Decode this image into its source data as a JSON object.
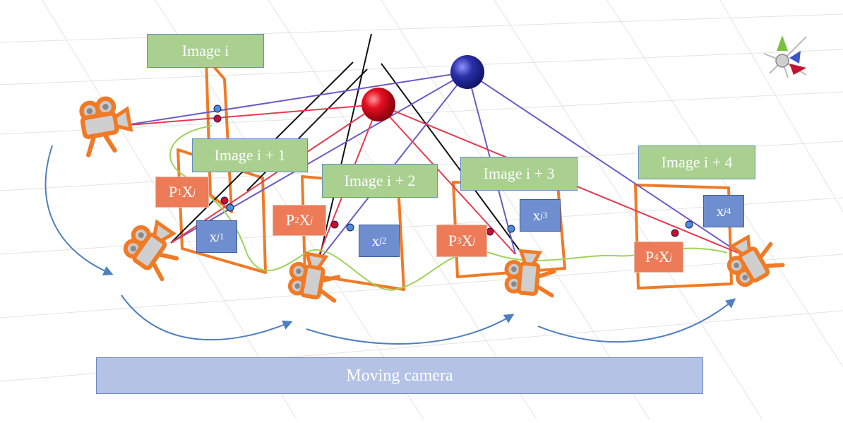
{
  "labels": {
    "image_i": "Image i",
    "image_i1": "Image i + 1",
    "image_i2": "Image i + 2",
    "image_i3": "Image i + 3",
    "image_i4": "Image i + 4",
    "moving_camera": "Moving camera"
  },
  "projections": [
    {
      "p": "P",
      "p_sub": "1",
      "x": "X",
      "x_sub": "j"
    },
    {
      "p": "P",
      "p_sub": "2",
      "x": "X",
      "x_sub": "j"
    },
    {
      "p": "P",
      "p_sub": "3",
      "x": "X",
      "x_sub": "j"
    },
    {
      "p": "P",
      "p_sub": "4",
      "x": "X",
      "x_sub": "j"
    }
  ],
  "image_points": [
    {
      "x": "x",
      "sub_j": "j",
      "sub_n": "1"
    },
    {
      "x": "x",
      "sub_j": "j",
      "sub_n": "2"
    },
    {
      "x": "x",
      "sub_j": "j",
      "sub_n": "3"
    },
    {
      "x": "x",
      "sub_j": "j",
      "sub_n": "4"
    }
  ],
  "colors": {
    "frame_orange": "#f07a26",
    "label_green": "#a9d08e",
    "label_orange": "#ee7b58",
    "label_blue": "#6f8ecf",
    "bar_blue": "#b4c2e6",
    "ray_red": "#e8394f",
    "ray_purple": "#6a5bc9",
    "ray_black": "#111111",
    "path_green": "#9fd35a",
    "arrow_blue": "#4f7fbf",
    "sphere_red": "#e0101f",
    "sphere_blue": "#2a2fa8"
  },
  "icons": [
    "camera-icon",
    "red-sphere-icon",
    "blue-sphere-icon",
    "axis-gizmo-icon"
  ]
}
